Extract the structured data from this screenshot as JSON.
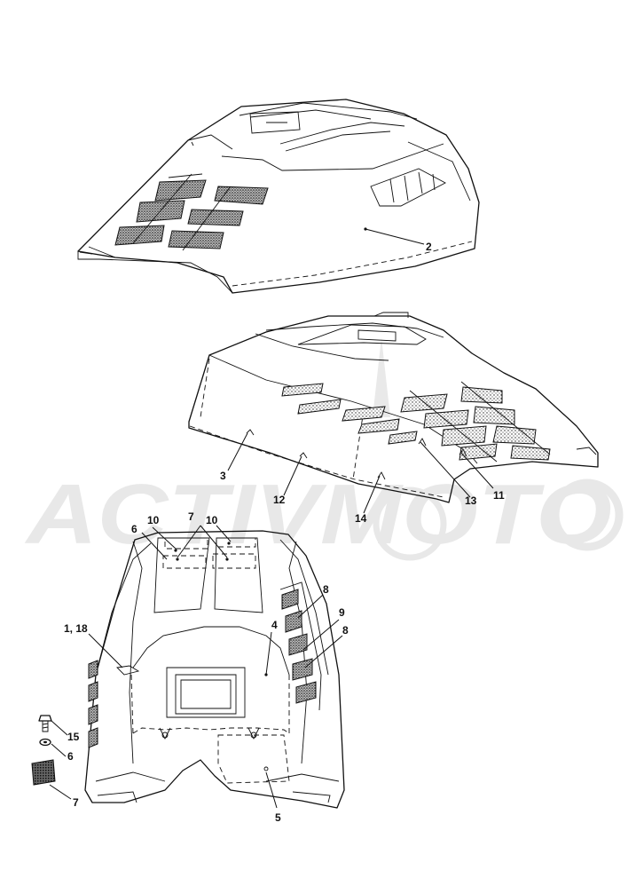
{
  "watermark": {
    "text": "ACTIVMOTO"
  },
  "callouts": {
    "c2": "2",
    "c3": "3",
    "c12": "12",
    "c14": "14",
    "c13": "13",
    "c11": "11",
    "c10a": "10",
    "c7a": "7",
    "c10b": "10",
    "c6a": "6",
    "c8a": "8",
    "c9": "9",
    "c8b": "8",
    "c1_18": "1, 18",
    "c4": "4",
    "c15": "15",
    "c6b": "6",
    "c7b": "7",
    "c5": "5"
  }
}
